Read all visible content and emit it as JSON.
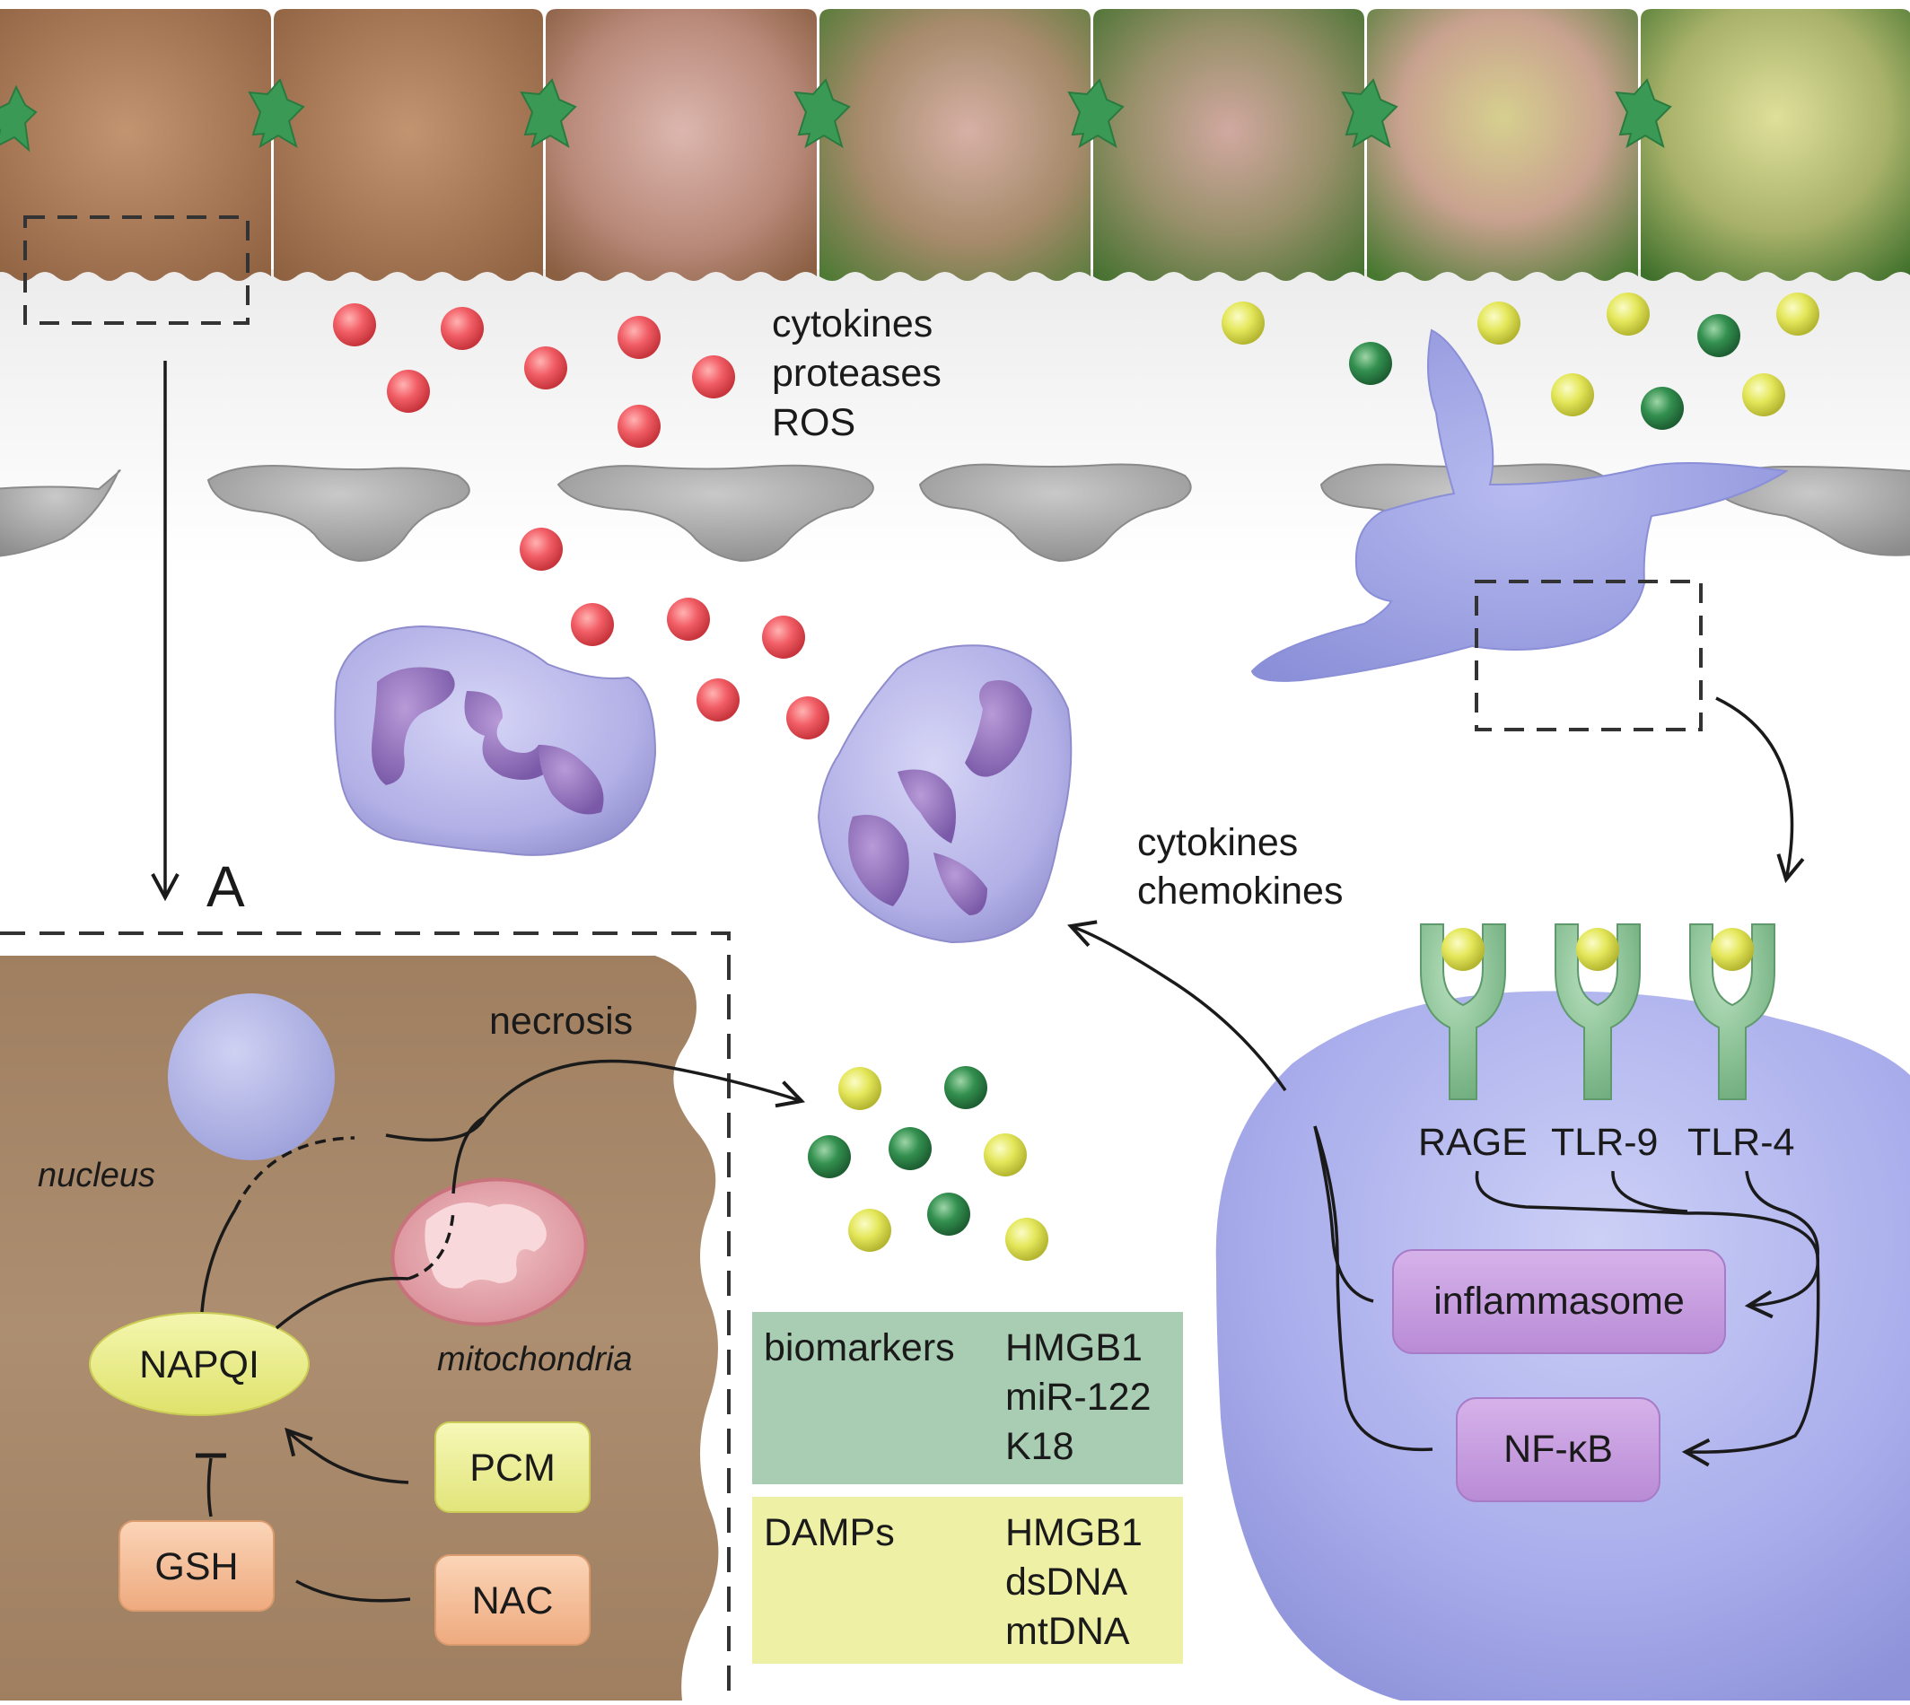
{
  "colors": {
    "hepatocyte_healthy": "#a97a55",
    "hepatocyte_necrotic": "#6d8f3c",
    "neutrophil": "#b3b0e6",
    "neutrophil_nucleus": "#8a68b8",
    "kupffer_cell": "#9ea2e4",
    "red_mediator": "#f0565f",
    "yellow_damp": "#e2e457",
    "green_damp": "#2f8a4c",
    "receptor": "#7fbf8a",
    "signal_box": "#c99be0",
    "biomarker_box": "#a8cdb2",
    "damp_box": "#eef0a6",
    "panel_a_bg": "#a9896a"
  },
  "labels": {
    "mediators_top": [
      "cytokines",
      "proteases",
      "ROS"
    ],
    "mediators_mid": [
      "cytokines",
      "chemokines"
    ],
    "panel_marker": "A",
    "necrosis": "necrosis",
    "nucleus": "nucleus",
    "mitochondria": "mitochondria",
    "napqi": "NAPQI",
    "pcm": "PCM",
    "gsh": "GSH",
    "nac": "NAC",
    "receptors": [
      "RAGE",
      "TLR-9",
      "TLR-4"
    ],
    "inflammasome": "inflammasome",
    "nfkb": "NF-κB"
  },
  "tables": {
    "biomarkers": {
      "title": "biomarkers",
      "items": [
        "HMGB1",
        "miR-122",
        "K18"
      ]
    },
    "damps": {
      "title": "DAMPs",
      "items": [
        "HMGB1",
        "dsDNA",
        "mtDNA"
      ]
    }
  }
}
